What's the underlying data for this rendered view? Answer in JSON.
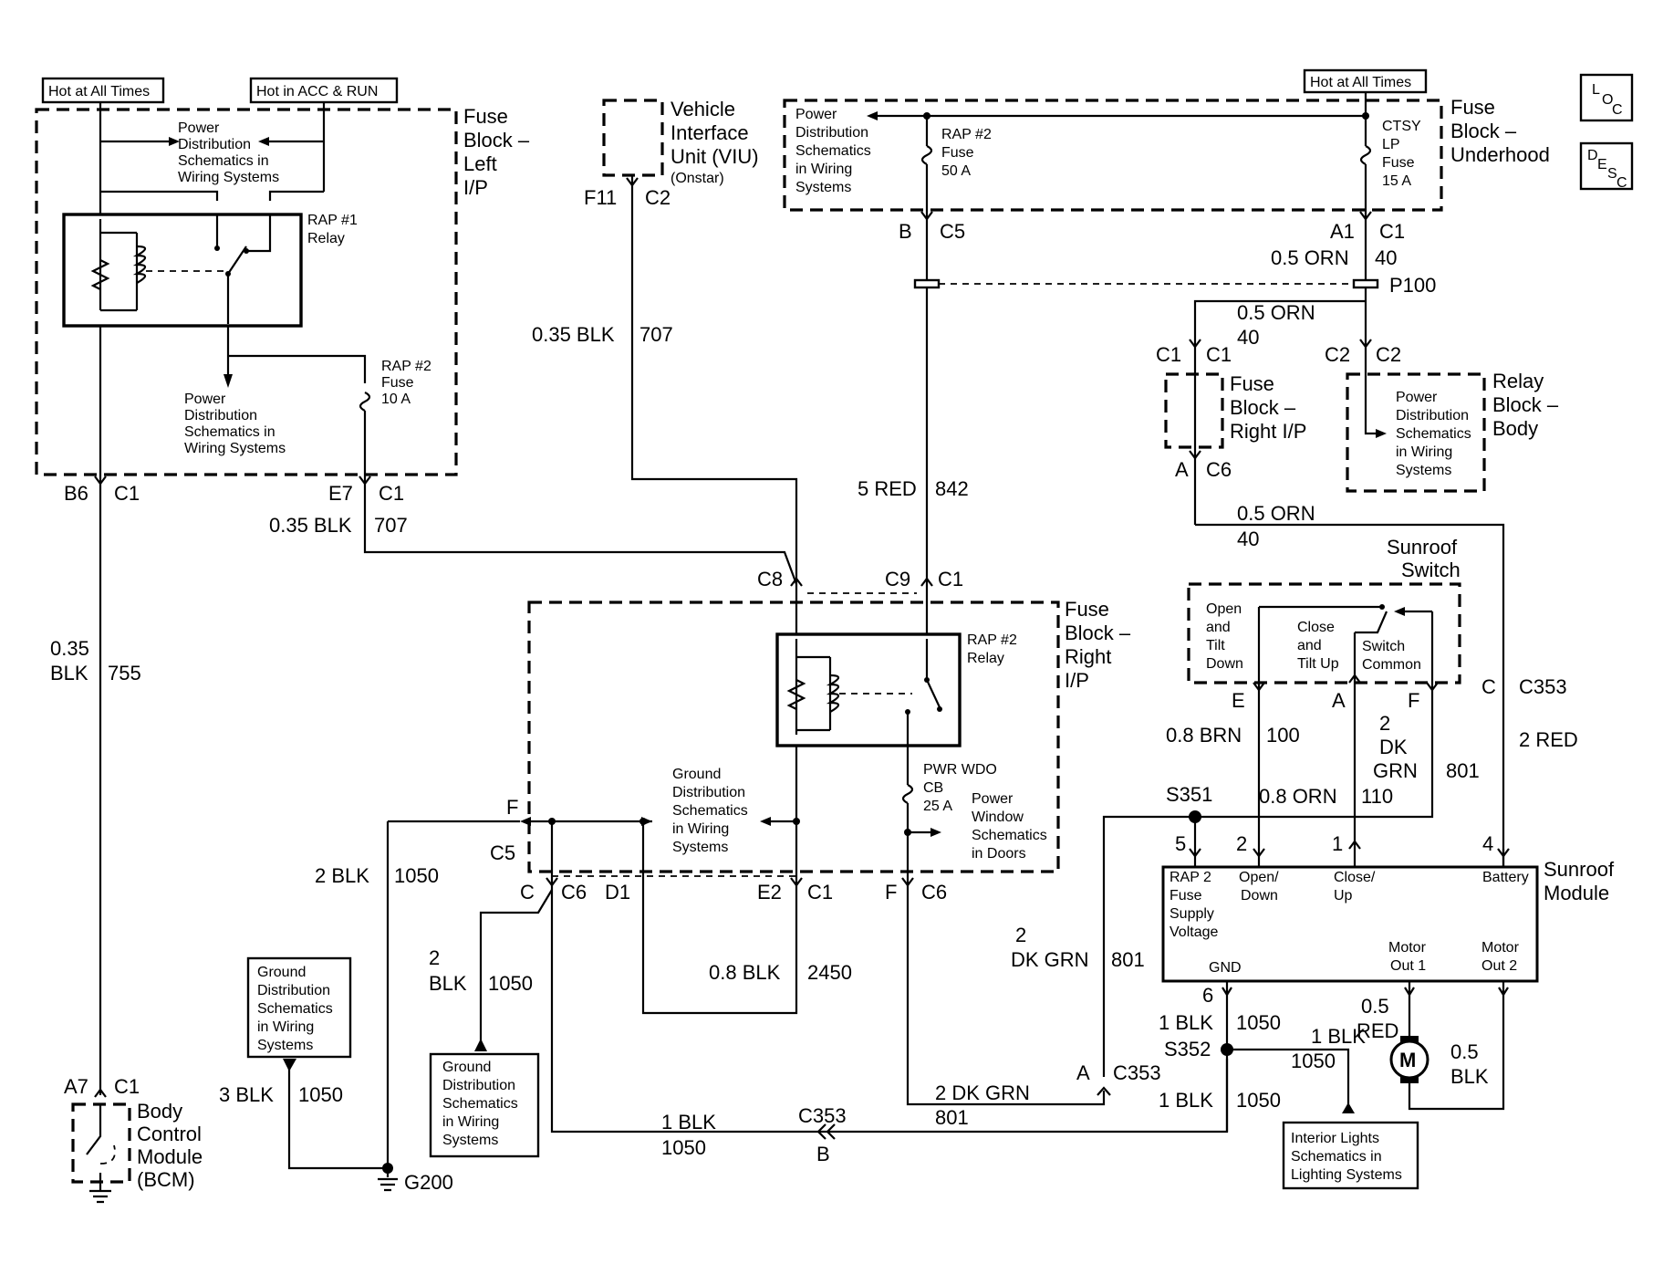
{
  "diagram": {
    "hot_tags": {
      "left_at_all_times": "Hot at All Times",
      "left_acc_run": "Hot in ACC & RUN",
      "underhood": "Hot at All Times"
    },
    "loc_symbol": {
      "a": "L",
      "b": "O",
      "c": "C"
    },
    "desc_symbol": {
      "a": "D",
      "b": "E",
      "c": "S",
      "d": "C"
    },
    "fb_left": {
      "title1": "Fuse",
      "title2": "Block –",
      "title3": "Left",
      "title4": "I/P",
      "relay1": "RAP #1",
      "relay2": "Relay",
      "pd_top": [
        "Power",
        "Distribution",
        "Schematics in",
        "Wiring Systems"
      ],
      "pd_bot": [
        "Power",
        "Distribution",
        "Schematics in",
        "Wiring Systems"
      ],
      "fuse": [
        "RAP #2",
        "Fuse",
        "10 A"
      ]
    },
    "viu": {
      "t1": "Vehicle",
      "t2": "Interface",
      "t3": "Unit (VIU)",
      "t4": "(Onstar)",
      "pin": "F11",
      "conn": "C2"
    },
    "fb_underhood": {
      "title": [
        "Fuse",
        "Block –",
        "Underhood"
      ],
      "pd": [
        "Power",
        "Distribution",
        "Schematics",
        "in Wiring",
        "Systems"
      ],
      "fuse_a": [
        "RAP #2",
        "Fuse",
        "50 A"
      ],
      "fuse_b": [
        "CTSY",
        "LP",
        "Fuse",
        "15 A"
      ]
    },
    "fb_right_top": {
      "title": [
        "Fuse",
        "Block –",
        "Right I/P"
      ]
    },
    "relay_block": {
      "title": [
        "Relay",
        "Block –",
        "Body"
      ],
      "pd": [
        "Power",
        "Distribution",
        "Schematics",
        "in Wiring",
        "Systems"
      ]
    },
    "fb_right": {
      "title": [
        "Fuse",
        "Block –",
        "Right",
        "I/P"
      ],
      "relay": [
        "RAP #2",
        "Relay"
      ],
      "gd": [
        "Ground",
        "Distribution",
        "Schematics",
        "in Wiring",
        "Systems"
      ],
      "cb": [
        "PWR WDO",
        "CB",
        "25 A"
      ],
      "pw": [
        "Power",
        "Window",
        "Schematics",
        "in Doors"
      ]
    },
    "sw": {
      "title": [
        "Sunroof",
        "Switch"
      ],
      "open": [
        "Open",
        "and",
        "Tilt",
        "Down"
      ],
      "close": [
        "Close",
        "and",
        "Tilt Up"
      ],
      "common": [
        "Switch",
        "Common"
      ]
    },
    "module": {
      "title": [
        "Sunroof",
        "Module"
      ],
      "p1": [
        "RAP 2",
        "Fuse",
        "Supply",
        "Voltage"
      ],
      "p2": [
        "Open/",
        "Down"
      ],
      "p3": [
        "Close/",
        "Up"
      ],
      "p4": "Battery",
      "gnd": "GND",
      "m1": [
        "Motor",
        "Out 1"
      ],
      "m2": [
        "Motor",
        "Out 2"
      ],
      "motor": "M"
    },
    "bcm": {
      "title": [
        "Body",
        "Control",
        "Module",
        "(BCM)"
      ]
    },
    "gd_boxes": {
      "a": [
        "Ground",
        "Distribution",
        "Schematics",
        "in Wiring",
        "Systems"
      ],
      "b": [
        "Ground",
        "Distribution",
        "Schematics",
        "in Wiring",
        "Systems"
      ]
    },
    "il_box": [
      "Interior Lights",
      "Schematics in",
      "Lighting Systems"
    ],
    "labels": {
      "b6": "B6",
      "c1a": "C1",
      "e7": "E7",
      "c1b": "C1",
      "w707a_g": "0.35 BLK",
      "w707a_n": "707",
      "w755_g1": "0.35",
      "w755_g2": "BLK",
      "w755_n": "755",
      "a7": "A7",
      "c1c": "C1",
      "w707b_g": "0.35 BLK",
      "w707b_n": "707",
      "c8": "C8",
      "c9": "C9",
      "c1d": "C1",
      "b": "B",
      "c5": "C5",
      "w842_g": "5 RED",
      "w842_n": "842",
      "a1": "A1",
      "c1e": "C1",
      "w40a_g": "0.5 ORN",
      "w40a_n": "40",
      "p100": "P100",
      "w40b_g": "0.5 ORN",
      "w40b_n": "40",
      "c1f": "C1",
      "c1g": "C1",
      "c2a": "C2",
      "c2b": "C2",
      "a": "A",
      "c6a": "C6",
      "w40c_g": "0.5 ORN",
      "w40c_n": "40",
      "c": "C",
      "c353a": "C353",
      "w2red_g": "2 RED",
      "e": "E",
      "pa": "A",
      "pf": "F",
      "w100_g": "0.8 BRN",
      "w100_n": "100",
      "w801a_g1": "2",
      "w801a_g2": "DK",
      "w801a_g3": "GRN",
      "w801a_n": "801",
      "s351": "S351",
      "w110_g": "0.8 ORN",
      "w110_n": "110",
      "n5": "5",
      "n2": "2",
      "n1": "1",
      "n4": "4",
      "n6": "6",
      "f": "F",
      "c5b": "C5",
      "w1050a_g": "2 BLK",
      "w1050a_n": "1050",
      "cc": "C",
      "c6b": "C6",
      "d1": "D1",
      "e2": "E2",
      "c1h": "C1",
      "ff": "F",
      "c6c": "C6",
      "w1050b_g1": "2",
      "w1050b_g2": "BLK",
      "w1050b_n": "1050",
      "w2450_g": "0.8 BLK",
      "w2450_n": "2450",
      "w801b_g1": "2",
      "w801b_g2": "DK GRN",
      "w801b_n": "801",
      "w1050c_g": "1 BLK",
      "w1050c_n": "1050",
      "w1050d_g": "1 BLK",
      "w1050d_n": "1050",
      "s352": "S352",
      "w1050e_g": "1 BLK",
      "w1050e_n": "1050",
      "w05red_g1": "0.5",
      "w05red_g2": "RED",
      "w05blk_g1": "0.5",
      "w05blk_g2": "BLK",
      "ca": "A",
      "c353b": "C353",
      "w801c_g": "2 DK GRN",
      "w801c_n": "801",
      "w1050f_g": "1 BLK",
      "w1050f_n": "1050",
      "c353c": "C353",
      "bb": "B",
      "w1050g_g": "3 BLK",
      "w1050g_n": "1050",
      "g200": "G200"
    }
  }
}
